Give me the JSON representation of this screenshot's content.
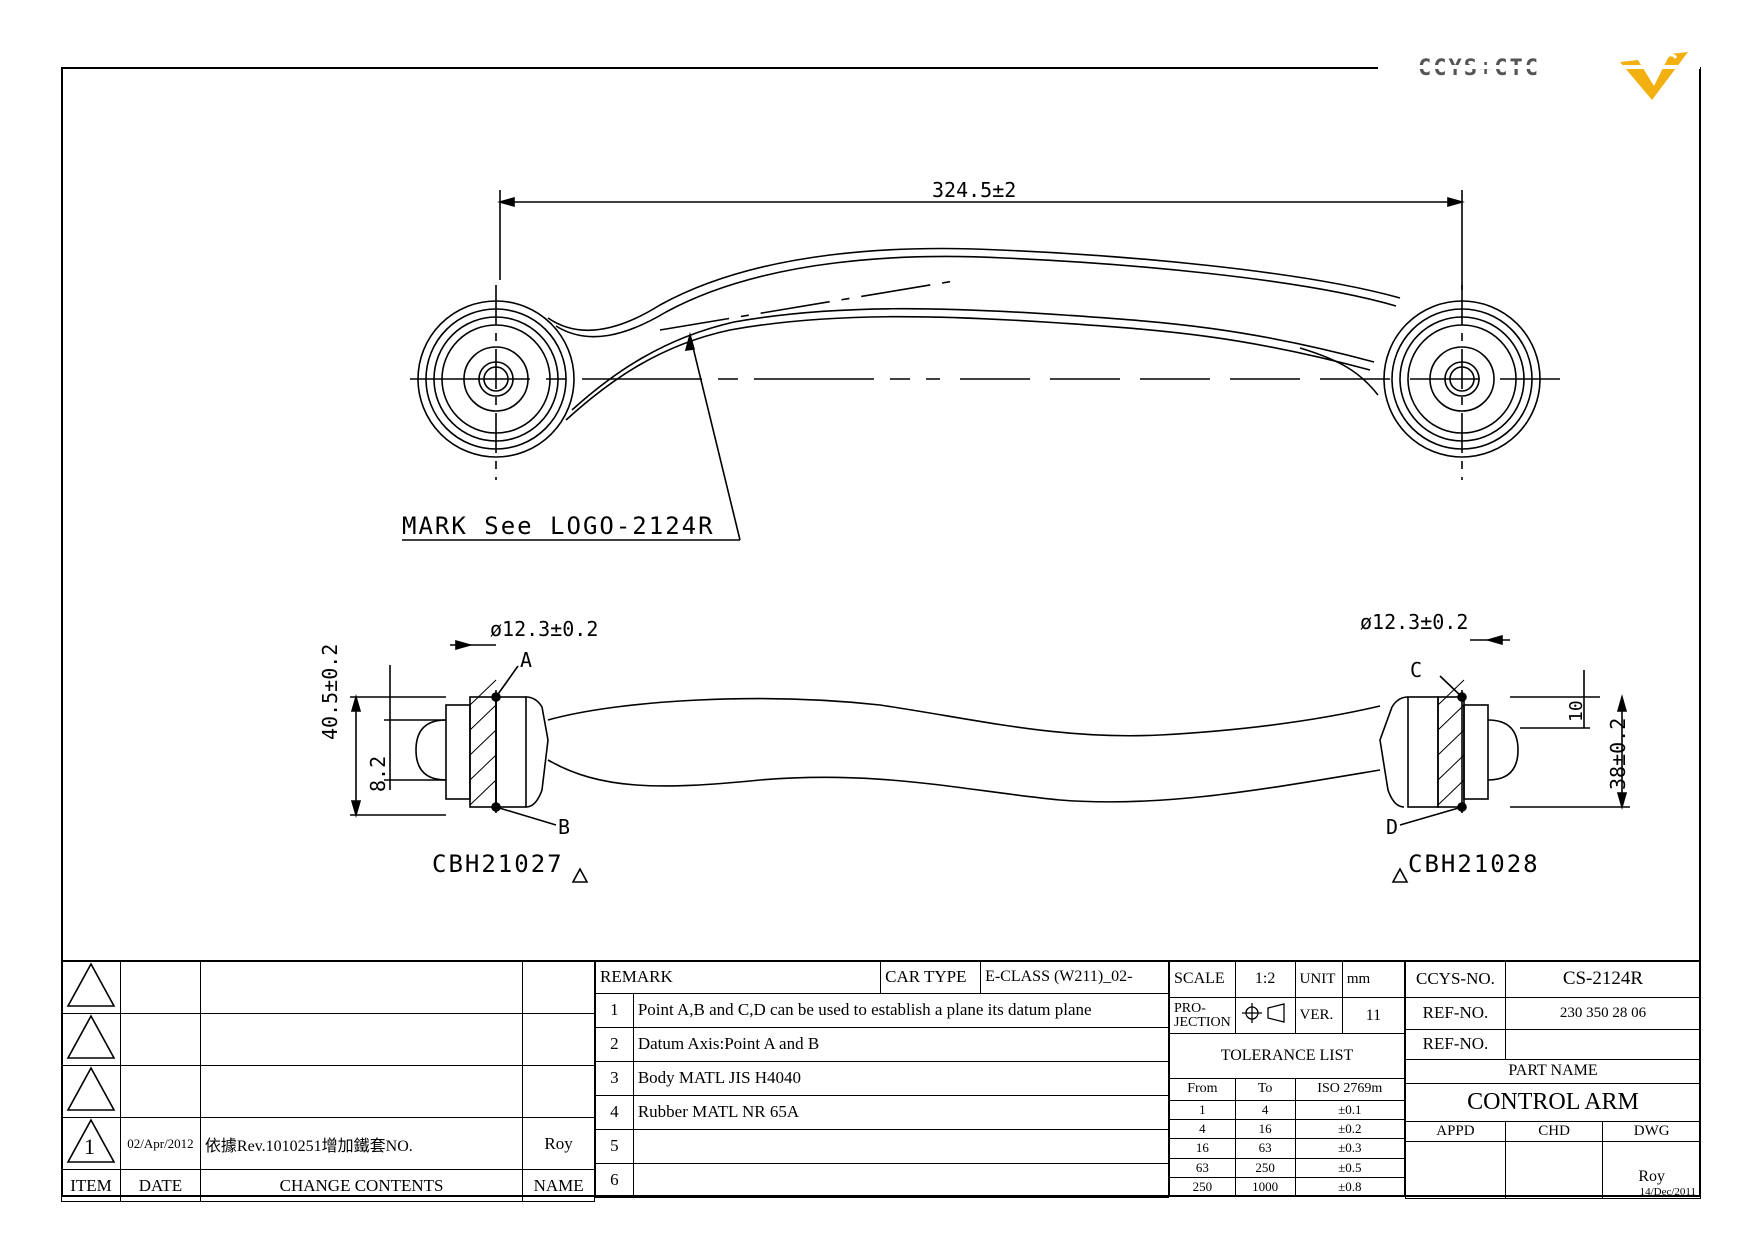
{
  "brand": {
    "logo_text": "CCYS+CTC"
  },
  "views": {
    "top": {
      "length_dim": "324.5±2",
      "mark_note": "MARK See LOGO-2124R"
    },
    "side": {
      "left_bore_dim": "ø12.3±0.2",
      "right_bore_dim": "ø12.3±0.2",
      "left_height_dim": "40.5±0.2",
      "left_offset_dim": "8.2",
      "right_height_dim": "38±0.2",
      "right_offset_dim": "10",
      "point_a": "A",
      "point_b": "B",
      "point_c": "C",
      "point_d": "D",
      "left_bushing": "CBH21027",
      "right_bushing": "CBH21028"
    }
  },
  "revision_table": {
    "headers": {
      "item": "ITEM",
      "date": "DATE",
      "change": "CHANGE CONTENTS",
      "name": "NAME"
    },
    "rows": [
      {
        "item": "",
        "date": "",
        "change": "",
        "name": ""
      },
      {
        "item": "",
        "date": "",
        "change": "",
        "name": ""
      },
      {
        "item": "",
        "date": "",
        "change": "",
        "name": ""
      },
      {
        "item": "1",
        "date": "02/Apr/2012",
        "change": "依據Rev.1010251增加鐵套NO.",
        "name": "Roy"
      }
    ]
  },
  "remarks": {
    "title": "REMARK",
    "car_type_label": "CAR TYPE",
    "car_type_value": "E-CLASS (W211)_02-",
    "items": [
      {
        "no": "1",
        "text": "Point A,B and C,D can be used to establish a plane its datum plane"
      },
      {
        "no": "2",
        "text": "Datum Axis:Point A and B"
      },
      {
        "no": "3",
        "text": "Body MATL JIS H4040"
      },
      {
        "no": "4",
        "text": "Rubber MATL NR 65A"
      },
      {
        "no": "5",
        "text": ""
      },
      {
        "no": "6",
        "text": ""
      }
    ]
  },
  "spec": {
    "scale_label": "SCALE",
    "scale_value": "1:2",
    "unit_label": "UNIT",
    "unit_value": "mm",
    "projection_label": "PRO-JECTION",
    "ver_label": "VER.",
    "ver_value": "11",
    "tolerance_title": "TOLERANCE LIST",
    "tol_headers": {
      "from": "From",
      "to": "To",
      "std": "ISO 2769m"
    },
    "tolerances": [
      {
        "from": "1",
        "to": "4",
        "tol": "±0.1"
      },
      {
        "from": "4",
        "to": "16",
        "tol": "±0.2"
      },
      {
        "from": "16",
        "to": "63",
        "tol": "±0.3"
      },
      {
        "from": "63",
        "to": "250",
        "tol": "±0.5"
      },
      {
        "from": "250",
        "to": "1000",
        "tol": "±0.8"
      }
    ]
  },
  "part": {
    "ccys_label": "CCYS-NO.",
    "ccys_value": "CS-2124R",
    "ref_label_1": "REF-NO.",
    "ref_value_1": "230 350 28 06",
    "ref_label_2": "REF-NO.",
    "ref_value_2": "",
    "part_name_label": "PART NAME",
    "part_name": "CONTROL ARM",
    "appd_label": "APPD",
    "chd_label": "CHD",
    "dwg_label": "DWG",
    "dwg_name": "Roy",
    "dwg_date": "14/Dec/2011"
  }
}
